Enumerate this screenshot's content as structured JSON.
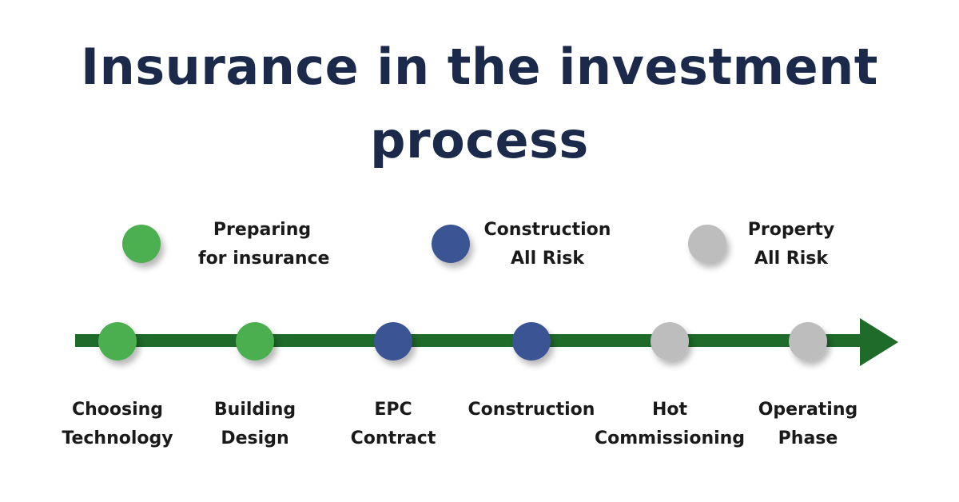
{
  "title_lines": [
    "Insurance in the investment",
    "process"
  ],
  "colors": {
    "title": "#1b2a4a",
    "arrow": "#1e6b2a",
    "green": "#4caf50",
    "blue": "#3a5494",
    "gray": "#bdbdbd"
  },
  "legend": [
    {
      "lines": [
        "Preparing",
        "for insurance"
      ],
      "color_key": "green"
    },
    {
      "lines": [
        "Construction",
        "All Risk"
      ],
      "color_key": "blue"
    },
    {
      "lines": [
        "Property",
        "All Risk"
      ],
      "color_key": "gray"
    }
  ],
  "steps": [
    {
      "lines": [
        "Choosing",
        "Technology"
      ],
      "color_key": "green"
    },
    {
      "lines": [
        "Building",
        "Design"
      ],
      "color_key": "green"
    },
    {
      "lines": [
        "EPC",
        "Contract"
      ],
      "color_key": "blue"
    },
    {
      "lines": [
        "Construction"
      ],
      "color_key": "blue"
    },
    {
      "lines": [
        "Hot",
        "Commissioning"
      ],
      "color_key": "gray"
    },
    {
      "lines": [
        "Operating",
        "Phase"
      ],
      "color_key": "gray"
    }
  ]
}
